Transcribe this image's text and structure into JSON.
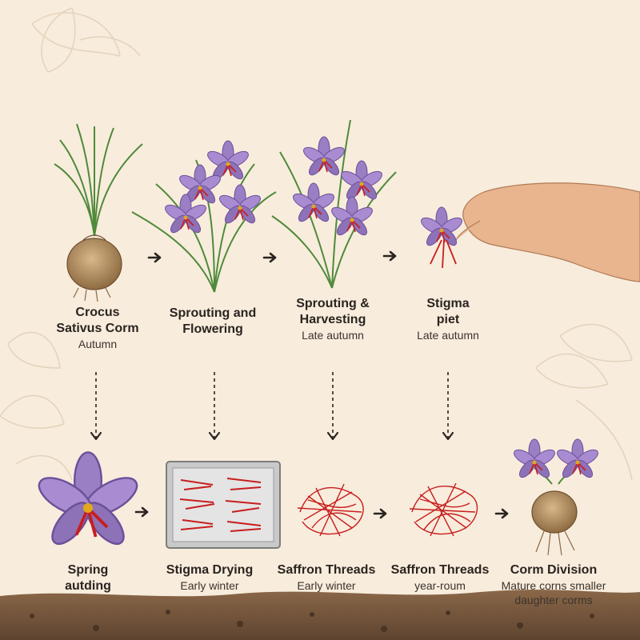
{
  "colors": {
    "background": "#f8ecdc",
    "petal": "#9b7fc4",
    "stigma": "#c81e1e",
    "leaf": "#4f8a3a",
    "soil": "#7a5a3e",
    "corm": "#b59063"
  },
  "stages_top": [
    {
      "title_line1": "Crocus",
      "title_line2": "Sativus Corm",
      "season": "Autumn"
    },
    {
      "title_line1": "Sprouting and",
      "title_line2": "Flowering",
      "season": ""
    },
    {
      "title_line1": "Sprouting &",
      "title_line2": "Harvesting",
      "season": "Late autumn"
    },
    {
      "title_line1": "Stigma",
      "title_line2": "piet",
      "season": "Late autumn"
    }
  ],
  "stages_bottom": [
    {
      "title_line1": "Spring",
      "title_line2": "autding",
      "season": ""
    },
    {
      "title_line1": "Stigma Drying",
      "title_line2": "",
      "season": "Early winter"
    },
    {
      "title_line1": "Saffron Threads",
      "title_line2": "",
      "season": "Early winter"
    },
    {
      "title_line1": "Saffron Threads",
      "title_line2": "",
      "season": "year-roum"
    },
    {
      "title_line1": "Corm Division",
      "title_line2": "",
      "season": "Mature corns smaller",
      "season2": "daughter corms"
    }
  ]
}
